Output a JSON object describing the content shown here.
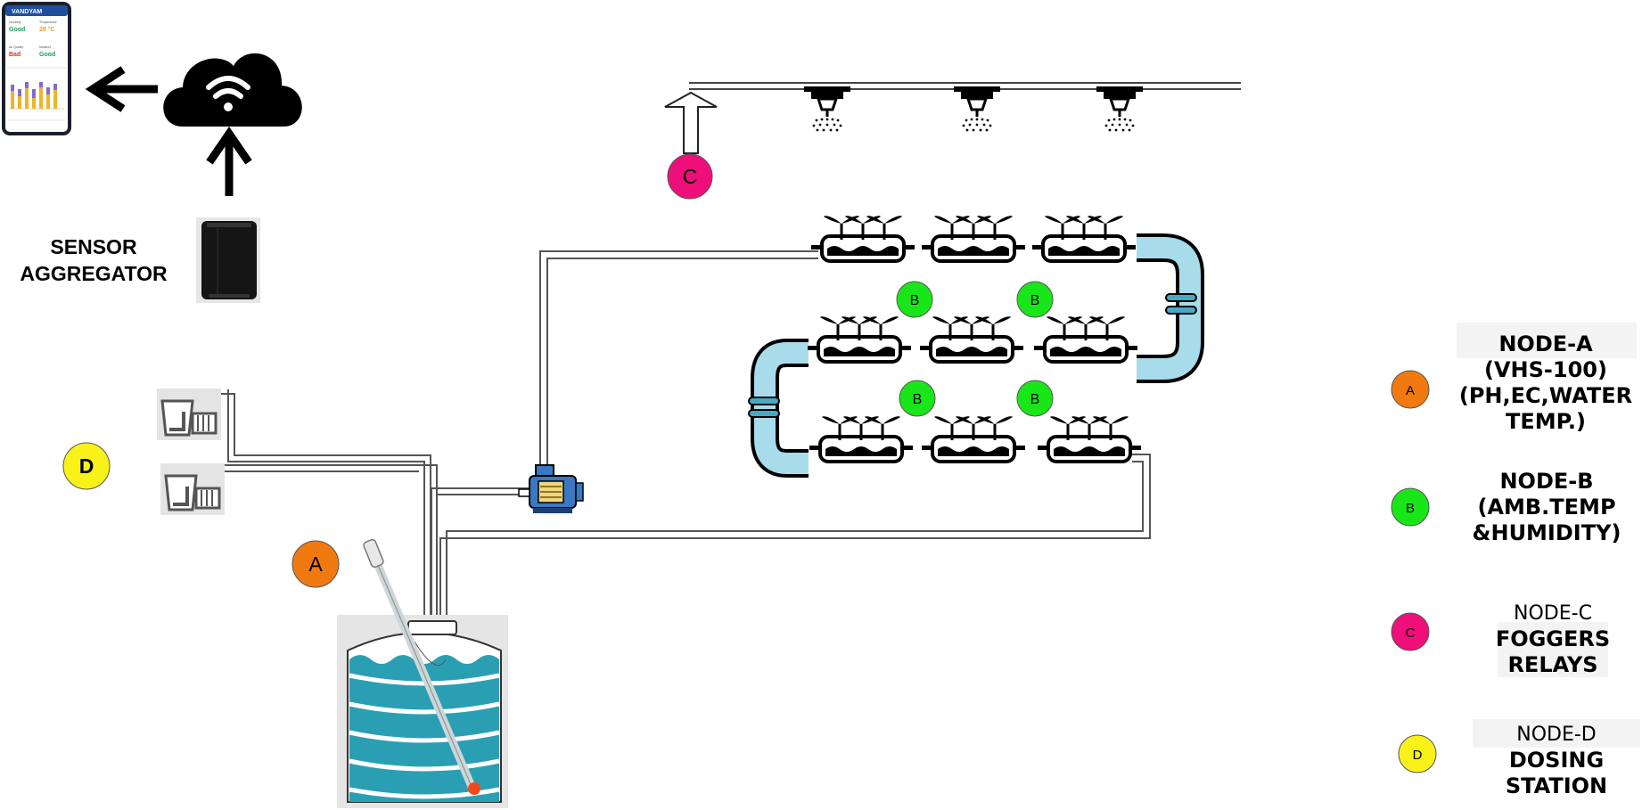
{
  "phone": {
    "app_title": "VANDYAM",
    "cards": [
      {
        "label": "Humidity",
        "value": "Good"
      },
      {
        "label": "Temperature",
        "value": "28 °C"
      },
      {
        "label": "Air Quality",
        "value": "Bad"
      },
      {
        "label": "Moisture",
        "value": "Good"
      }
    ]
  },
  "sensor_aggregator": {
    "line1": "SENSOR",
    "line2": "AGGREGATOR"
  },
  "markers": {
    "a": "A",
    "b": "B",
    "c": "C",
    "d": "D"
  },
  "legend": {
    "node_a": {
      "badge": "A",
      "lines": [
        "NODE-A",
        "(VHS-100)",
        "(PH,EC,WATER",
        "TEMP.)"
      ]
    },
    "node_b": {
      "badge": "B",
      "lines": [
        "NODE-B",
        "(AMB.TEMP",
        "&HUMIDITY)"
      ]
    },
    "node_c": {
      "badge": "C",
      "lines": [
        "NODE-C",
        "FOGGERS",
        "RELAYS"
      ]
    },
    "node_d": {
      "badge": "D",
      "lines": [
        "NODE-D",
        "DOSING",
        "STATION"
      ]
    }
  },
  "colors": {
    "node_a": "#f07a10",
    "node_b": "#19e619",
    "node_c": "#ee0f7a",
    "node_d": "#f9f218",
    "water": "#2a9fb3",
    "channel_bend": "#a9dceb",
    "pump_blue": "#3a78c2"
  }
}
